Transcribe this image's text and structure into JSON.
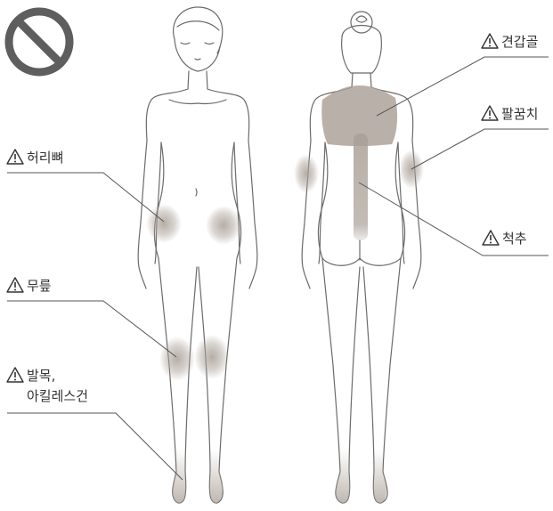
{
  "labels": {
    "scapula": "견갑골",
    "elbow": "팔꿈치",
    "spine": "척추",
    "hip": "허리뼈",
    "knee": "무릎",
    "ankle_line1": "발목,",
    "ankle_line2": "아킬레스건"
  },
  "icons": {
    "prohibition": "prohibition-icon",
    "warning": "warning-triangle-icon"
  },
  "colors": {
    "highlight": "#a99f96",
    "outline": "#6b6b6b",
    "leader": "#555555",
    "prohibition": "#5e5e5e"
  }
}
